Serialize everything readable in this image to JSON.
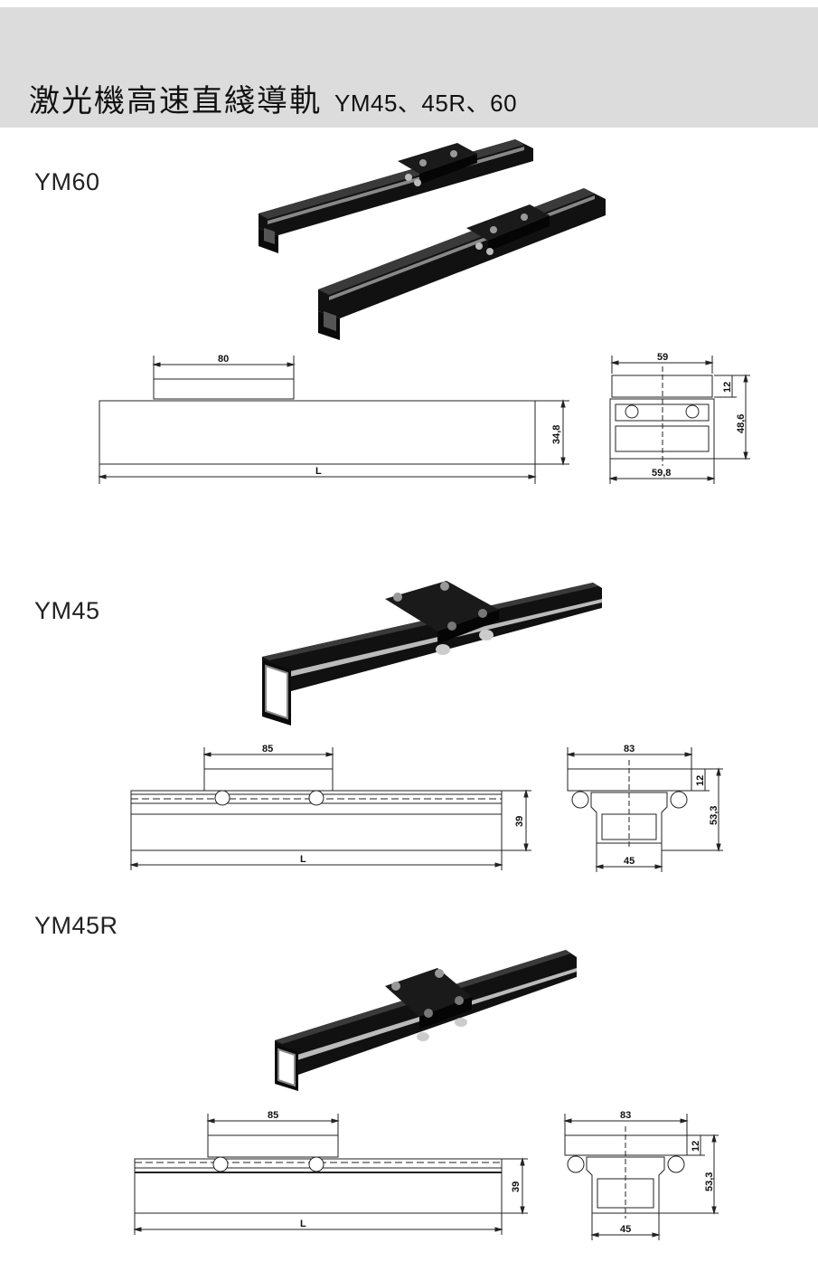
{
  "header": {
    "title": "激光機高速直綫導軌",
    "models": "YM45、45R、60"
  },
  "sections": [
    {
      "label": "YM60",
      "side_view": {
        "carriage_length": "80",
        "rail_height": "34,8",
        "length": "L"
      },
      "end_view": {
        "carriage_width": "59",
        "carriage_height": "12",
        "total_height": "48,6",
        "rail_width": "59,8"
      }
    },
    {
      "label": "YM45",
      "side_view": {
        "carriage_length": "85",
        "rail_height": "39",
        "length": "L"
      },
      "end_view": {
        "carriage_width": "83",
        "carriage_height": "12",
        "total_height": "53,3",
        "rail_width": "45"
      }
    },
    {
      "label": "YM45R",
      "side_view": {
        "carriage_length": "85",
        "rail_height": "39",
        "length": "L"
      },
      "end_view": {
        "carriage_width": "83",
        "carriage_height": "12",
        "total_height": "53,3",
        "rail_width": "45"
      }
    }
  ]
}
